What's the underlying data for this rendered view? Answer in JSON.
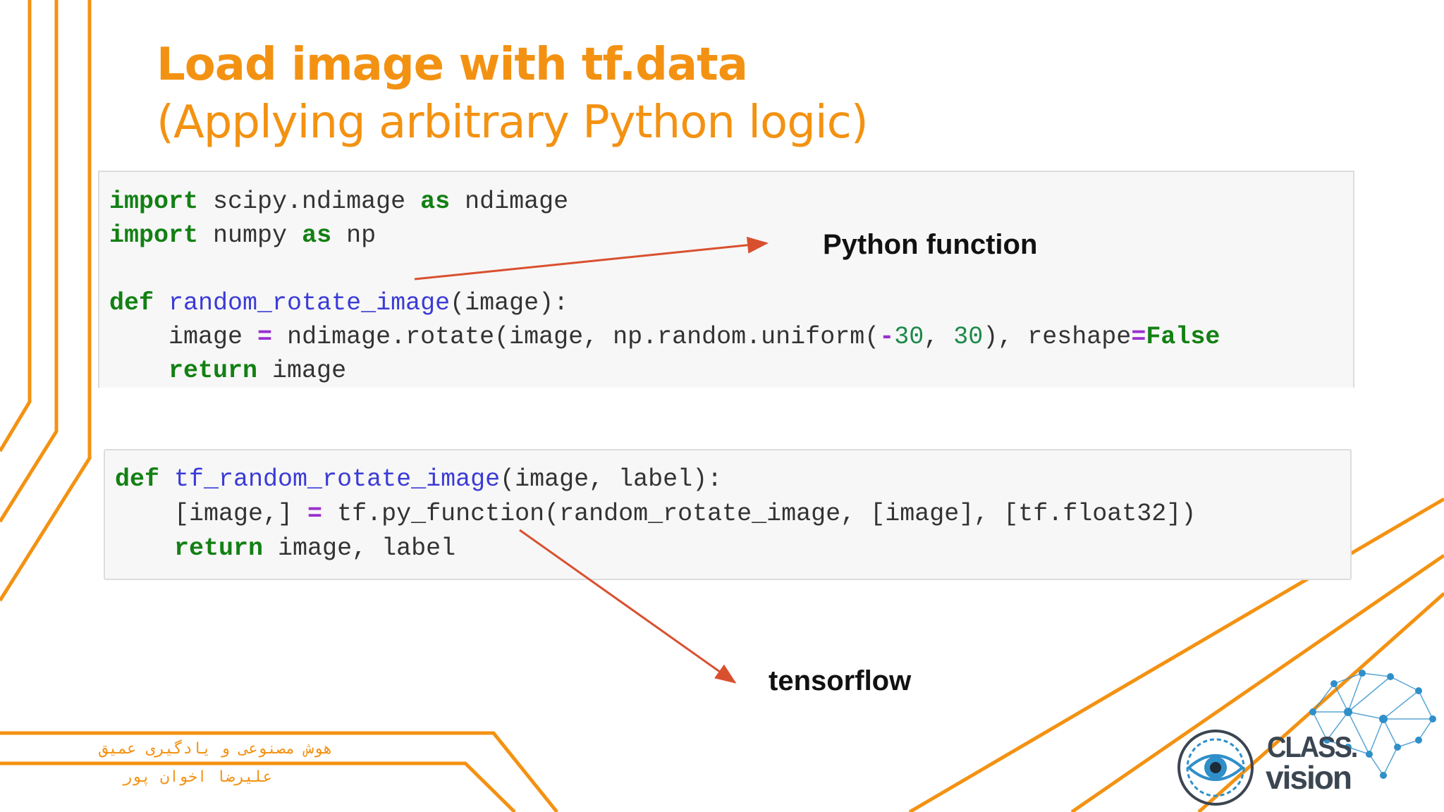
{
  "slide": {
    "title": "Load image with tf.data",
    "subtitle": "(Applying arbitrary Python logic)"
  },
  "code_cell_1": {
    "lines": [
      [
        {
          "t": "import",
          "c": "kw"
        },
        {
          "t": " scipy.ndimage "
        },
        {
          "t": "as",
          "c": "kw"
        },
        {
          "t": " ndimage"
        }
      ],
      [
        {
          "t": "import",
          "c": "kw"
        },
        {
          "t": " numpy "
        },
        {
          "t": "as",
          "c": "kw"
        },
        {
          "t": " np"
        }
      ],
      [],
      [
        {
          "t": "def",
          "c": "kw"
        },
        {
          "t": " "
        },
        {
          "t": "random_rotate_image",
          "c": "fn"
        },
        {
          "t": "(image):"
        }
      ],
      [
        {
          "t": "    image "
        },
        {
          "t": "=",
          "c": "op"
        },
        {
          "t": " ndimage.rotate(image, np.random.uniform("
        },
        {
          "t": "-",
          "c": "op"
        },
        {
          "t": "30",
          "c": "num"
        },
        {
          "t": ", "
        },
        {
          "t": "30",
          "c": "num"
        },
        {
          "t": "), reshape"
        },
        {
          "t": "=",
          "c": "op"
        },
        {
          "t": "False",
          "c": "kw"
        }
      ],
      [
        {
          "t": "    "
        },
        {
          "t": "return",
          "c": "kw"
        },
        {
          "t": " image"
        }
      ]
    ]
  },
  "code_cell_2": {
    "lines": [
      [
        {
          "t": "def",
          "c": "kw"
        },
        {
          "t": " "
        },
        {
          "t": "tf_random_rotate_image",
          "c": "fn"
        },
        {
          "t": "(image, label):"
        }
      ],
      [
        {
          "t": "    [image,] "
        },
        {
          "t": "=",
          "c": "op"
        },
        {
          "t": " tf.py_function(random_rotate_image, [image], [tf.float32])"
        }
      ],
      [
        {
          "t": "    "
        },
        {
          "t": "return",
          "c": "kw"
        },
        {
          "t": " image, label"
        }
      ]
    ]
  },
  "annotations": {
    "python_function": "Python function",
    "tensorflow": "tensorflow"
  },
  "footer": {
    "line1": "هوش مصنوعی و یادگیری عمیق",
    "line2": "علیرضا اخوان پور"
  },
  "logo": {
    "class_text": "CLASS.",
    "vision_text": "vision",
    "icon": "eye-icon"
  },
  "colors": {
    "accent": "#f39212",
    "keyword": "#138013",
    "function": "#3b3bd6",
    "number": "#1c8a4a",
    "operator": "#9a2fd0",
    "arrow": "#d9502f"
  }
}
